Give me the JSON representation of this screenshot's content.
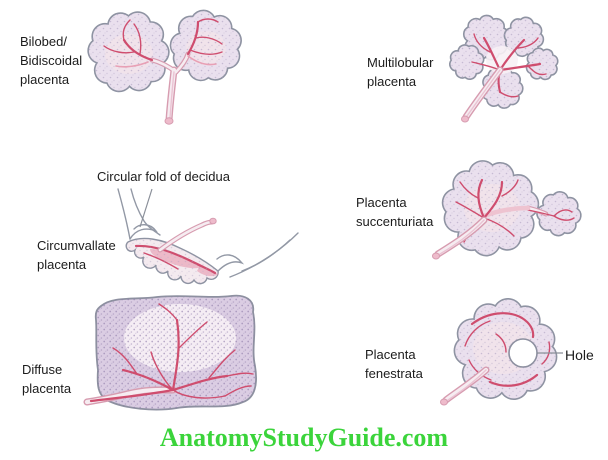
{
  "watermark": {
    "text": "AnatomyStudyGuide.com"
  },
  "figures": {
    "bilobed": {
      "label": "Bilobed/\nBidiscoidal\nplacenta"
    },
    "multilobular": {
      "label": "Multilobular\nplacenta"
    },
    "circumvallate": {
      "label": "Circumvallate\nplacenta",
      "annotation": "Circular fold of decidua"
    },
    "succenturiata": {
      "label": "Placenta\nsuccenturiata"
    },
    "diffuse": {
      "label": "Diffuse\nplacenta"
    },
    "fenestrata": {
      "label": "Placenta\nfenestrata",
      "annotation": "Hole"
    }
  },
  "colors": {
    "label-text": "#1c1c1c",
    "lobe-fill": "#eae0ee",
    "lobe-outline": "#8e93a2",
    "vessel-red": "#cf4d6e",
    "vessel-light": "#e8a0b5",
    "cord-outline": "#d79cb0",
    "cord-fill": "#f6ecf1",
    "diffuse-fill": "#dbcde3",
    "watermark-green": "#3bd43b"
  }
}
